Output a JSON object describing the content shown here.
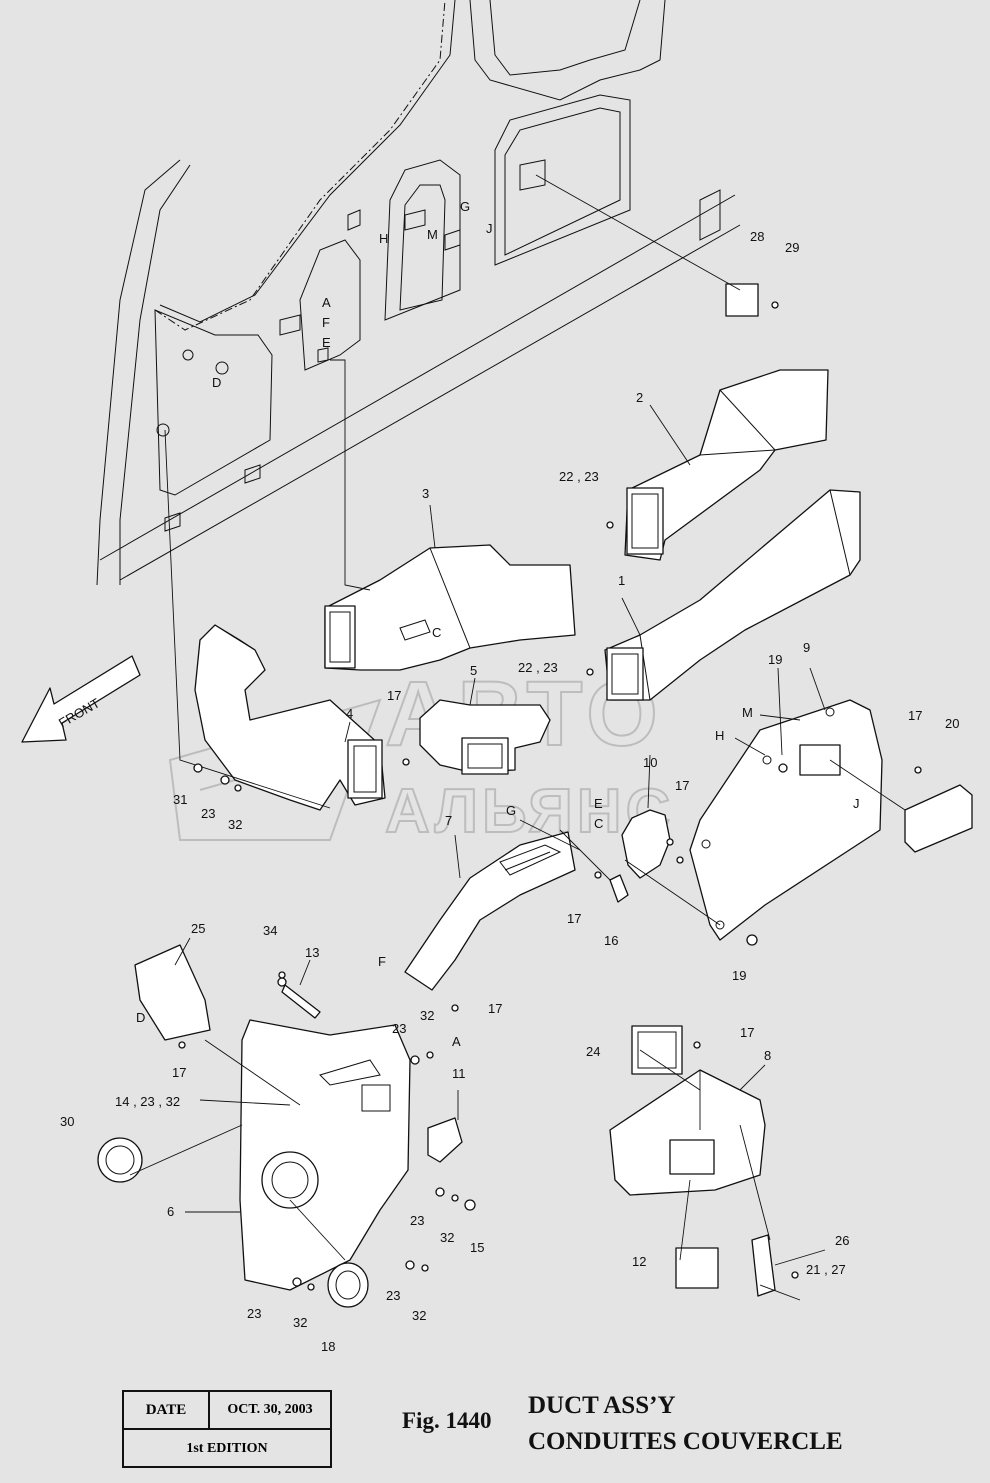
{
  "figure": {
    "number": "Fig. 1440",
    "title_en": "DUCT ASS’Y",
    "title_fr": "CONDUITES COUVERCLE"
  },
  "title_block": {
    "date_label": "DATE",
    "date_value": "OCT. 30, 2003",
    "edition": "1st EDITION"
  },
  "direction_arrow": {
    "label": "FRONT"
  },
  "watermark": {
    "line1": "АВТО",
    "line2": "АЛЬЯНС"
  },
  "part_labels": [
    "1",
    "2",
    "3",
    "4",
    "5",
    "6",
    "7",
    "8",
    "9",
    "10",
    "11",
    "12",
    "13",
    "16",
    "17",
    "17",
    "17",
    "17",
    "17",
    "17",
    "17",
    "18",
    "19",
    "19",
    "20",
    "23",
    "23",
    "23",
    "23",
    "24",
    "25",
    "26",
    "28",
    "29",
    "30",
    "31",
    "32",
    "32",
    "32",
    "32",
    "34",
    "15",
    "22 , 23",
    "22 , 23",
    "14 , 23 , 32",
    "21 , 27"
  ],
  "point_labels": [
    "A",
    "F",
    "E",
    "D",
    "H",
    "M",
    "G",
    "J",
    "C",
    "M",
    "H",
    "J",
    "E",
    "C",
    "G",
    "F",
    "D",
    "A"
  ]
}
